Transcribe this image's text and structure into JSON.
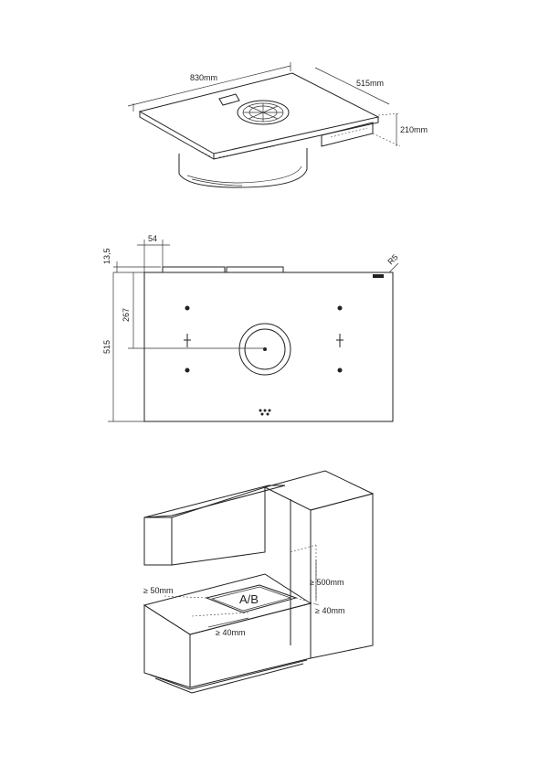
{
  "top_view": {
    "width_label": "830mm",
    "depth_label": "515mm",
    "height_label": "210mm"
  },
  "plan_view": {
    "offset_top_label": "13,5",
    "offset_left_label": "54",
    "radius_label": "R5",
    "center_label": "267",
    "depth_label": "515"
  },
  "install_view": {
    "clearance_top_label": "≥ 500mm",
    "clearance_side_label": "≥ 50mm",
    "clearance_back_label": "≥ 40mm",
    "clearance_front_label": "≥ 40mm",
    "hob_label": "A/B"
  },
  "colors": {
    "line": "#222222",
    "panel": "#ffffff"
  }
}
